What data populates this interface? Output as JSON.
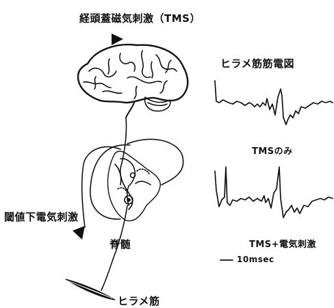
{
  "labels": {
    "tms": "経頭蓋磁気刺激（TMS）",
    "emg_title": "ヒラメ筋筋電図",
    "tms_only": "TMSのみ",
    "subthreshold": "閾値下電気刺激",
    "spinal_cord": "脊髄",
    "tms_plus": "TMS+電気刺激",
    "scale": "10msec",
    "soleus": "ヒラメ筋"
  },
  "colors": {
    "ink": "#111111",
    "background": "#ffffff"
  }
}
